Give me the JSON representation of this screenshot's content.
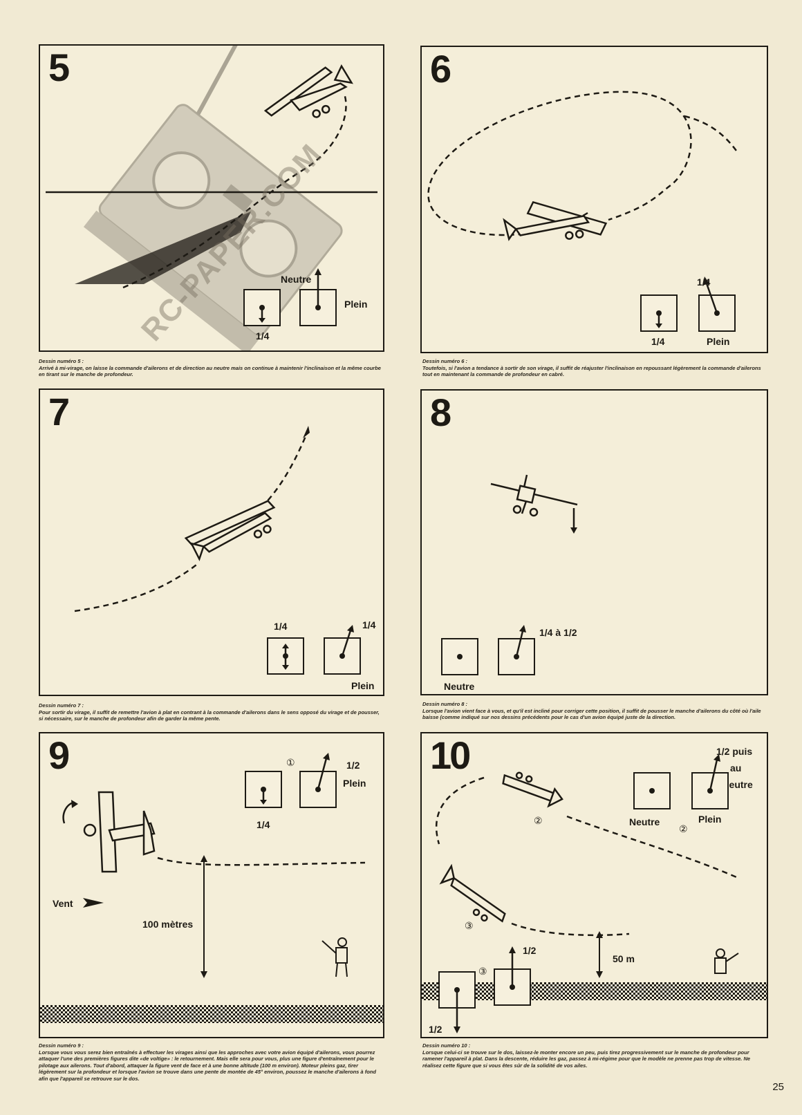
{
  "page_number": "25",
  "watermark": "RC-PAPER.COM",
  "panels": [
    {
      "number": "5",
      "labels": {
        "neutre": "Neutre",
        "plein": "Plein",
        "quart": "1/4"
      },
      "caption_title": "Dessin numéro 5 :",
      "caption": "Arrivé à mi-virage, on laisse la commande d'ailerons et de direction au neutre mais on continue à maintenir l'inclinaison et la même courbe en tirant sur le manche de profondeur."
    },
    {
      "number": "6",
      "labels": {
        "quart_top": "1/4",
        "quart": "1/4",
        "plein": "Plein"
      },
      "caption_title": "Dessin numéro 6 :",
      "caption": "Toutefois, si l'avion a tendance à sortir de son virage, il suffit de réajuster l'inclinaison en repoussant légèrement la commande d'ailerons tout en maintenant la commande de profondeur en cabré."
    },
    {
      "number": "7",
      "labels": {
        "quart_left": "1/4",
        "quart_right": "1/4",
        "plein": "Plein"
      },
      "caption_title": "Dessin numéro 7 :",
      "caption": "Pour sortir du virage, il suffit de remettre l'avion à plat en contrant à la commande d'ailerons dans le sens opposé du virage et de pousser, si nécessaire, sur le manche de profondeur afin de garder la même pente."
    },
    {
      "number": "8",
      "labels": {
        "range": "1/4 à 1/2",
        "neutre": "Neutre"
      },
      "caption_title": "Dessin numéro 8 :",
      "caption": "Lorsque l'avion vient face à vous, et qu'il est incliné pour corriger cette position, il suffit de pousser le manche d'ailerons du côté où l'aile baisse (comme indiqué sur nos dessins précédents pour le cas d'un avion équipé juste de la direction."
    },
    {
      "number": "9",
      "labels": {
        "half": "1/2",
        "plein": "Plein",
        "quart": "1/4",
        "vent": "Vent",
        "distance": "100 mètres",
        "step1": "①"
      },
      "caption_title": "Dessin numéro 9 :",
      "caption": "Lorsque vous vous serez bien entraînés à effectuer les virages ainsi que les approches avec votre avion équipé d'ailerons, vous pourrez attaquer l'une des premières figures dite «de voltige» : le retournement. Mais elle sera pour vous, plus une figure d'entraînement pour le pilotage aux ailerons. Tout d'abord, attaquer la figure vent de face et à une bonne altitude (100 m environ). Moteur pleins gaz, tirer légèrement sur la profondeur et lorsque l'avion se trouve dans une pente de montée de 45° environ, poussez le manche d'ailerons à fond afin que l'appareil se retrouve sur le dos."
    },
    {
      "number": "10",
      "labels": {
        "half_puis": "1/2 puis",
        "au": "au",
        "neutre_word": "neutre",
        "neutre": "Neutre",
        "plein": "Plein",
        "half": "1/2",
        "half_bottom": "1/2",
        "distance": "50 m",
        "step2": "②",
        "step3": "③"
      },
      "caption_title": "Dessin numéro 10 :",
      "caption": "Lorsque celui-ci se trouve sur le dos, laissez-le monter encore un peu, puis tirez progressivement sur le manche de profondeur pour ramener l'appareil à plat. Dans la descente, réduire les gaz, passez à mi-régime pour que le modèle ne prenne pas trop de vitesse. Ne réalisez cette figure que si vous êtes sûr de la solidité de vos ailes."
    }
  ]
}
